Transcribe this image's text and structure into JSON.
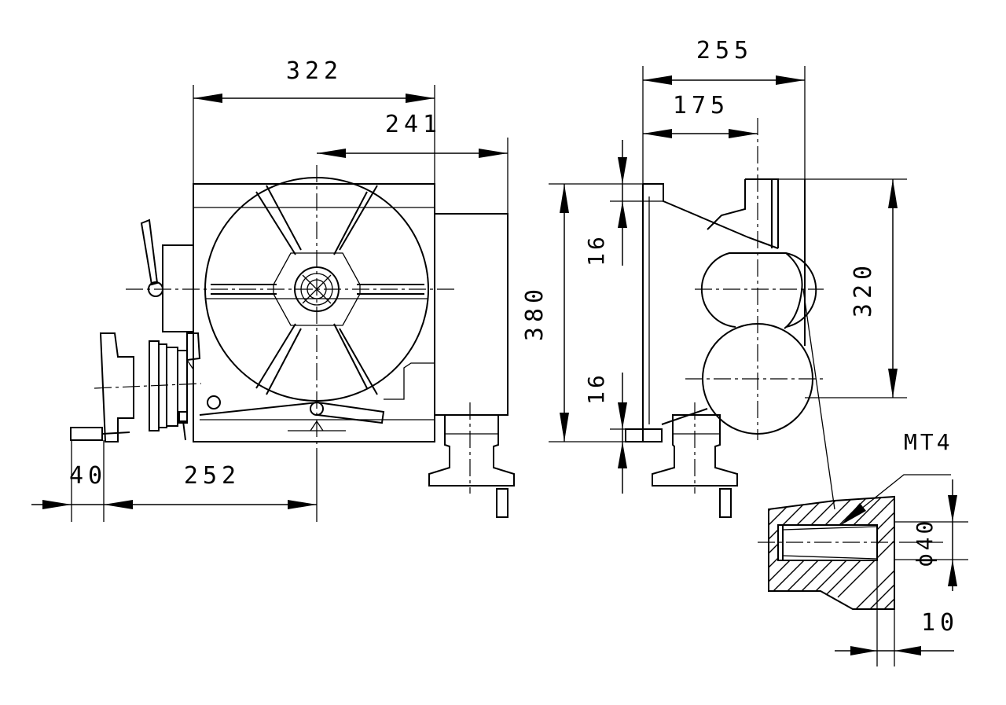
{
  "diagram": {
    "dimensions": {
      "d322": "322",
      "d241": "241",
      "d380": "380",
      "d40": "40",
      "d252": "252",
      "d255": "255",
      "d175": "175",
      "d16_top": "16",
      "d16_bottom": "16",
      "d320": "320",
      "mt4": "MT4",
      "phi40": "ϕ40",
      "d10": "10"
    }
  }
}
